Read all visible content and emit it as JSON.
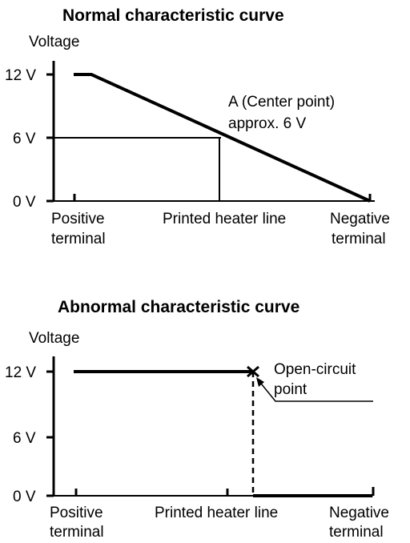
{
  "chart_data": [
    {
      "type": "line",
      "title": "Normal characteristic curve",
      "ylabel": "Voltage",
      "ylim": [
        0,
        12
      ],
      "y_ticks": [
        "12 V",
        "6 V",
        "0 V"
      ],
      "x_labels": [
        {
          "id": "pos",
          "line1": "Positive",
          "line2": "terminal"
        },
        {
          "id": "mid",
          "line1": "Printed heater line",
          "line2": ""
        },
        {
          "id": "neg",
          "line1": "Negative",
          "line2": "terminal"
        }
      ],
      "series": [
        {
          "x": [
            0,
            0.06,
            1.0
          ],
          "y": [
            12,
            12,
            0
          ]
        }
      ],
      "annotation": {
        "line1": "A  (Center  point)",
        "line2": "approx. 6 V",
        "x": 0.5,
        "y": 6
      }
    },
    {
      "type": "line",
      "title": "Abnormal characteristic curve",
      "ylabel": "Voltage",
      "ylim": [
        0,
        12
      ],
      "y_ticks": [
        "12 V",
        "6 V",
        "0 V"
      ],
      "x_labels": [
        {
          "id": "pos",
          "line1": "Positive",
          "line2": "terminal"
        },
        {
          "id": "mid",
          "line1": "Printed heater line",
          "line2": ""
        },
        {
          "id": "neg",
          "line1": "Negative",
          "line2": "terminal"
        }
      ],
      "series": [
        {
          "x": [
            0,
            0.6
          ],
          "y": [
            12,
            12
          ]
        },
        {
          "x": [
            0.6,
            1.0
          ],
          "y": [
            0,
            0
          ]
        }
      ],
      "annotation": {
        "line1": "Open-circuit",
        "line2": "point",
        "x": 0.6,
        "y": 12
      }
    }
  ]
}
